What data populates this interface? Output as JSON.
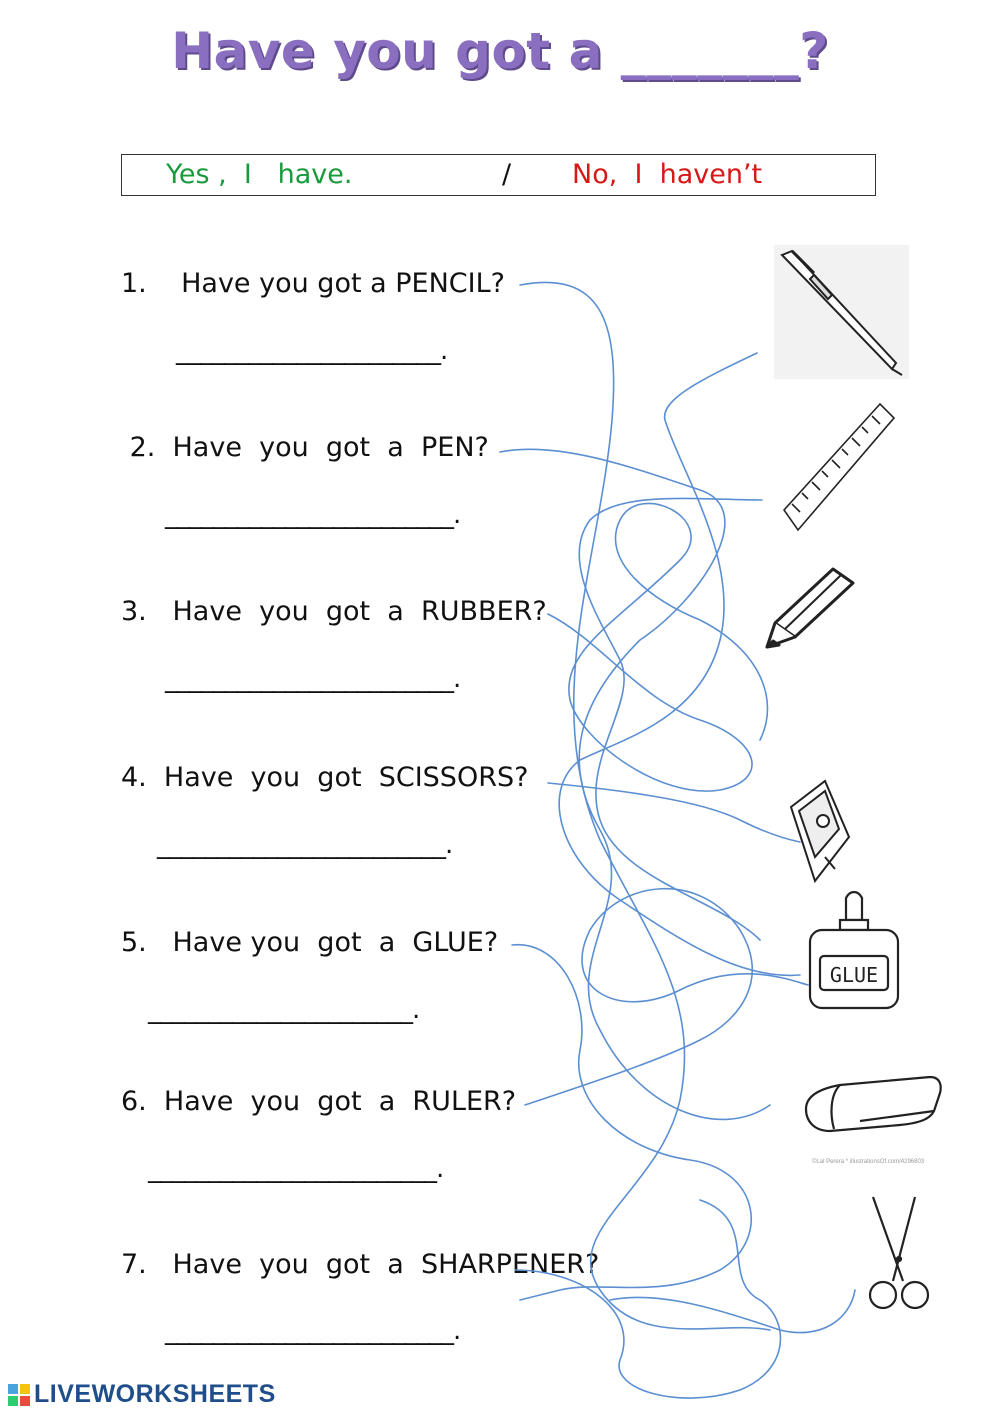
{
  "title": "Have you got a _______?",
  "answers": {
    "yes": "Yes ,  I   have.",
    "slash": "/",
    "no": "No,  I  haven’t"
  },
  "questions": [
    {
      "text": "1.    Have you got a PENCIL?",
      "blank": "______________________."
    },
    {
      "text": " 2.  Have  you  got  a  PEN?",
      "blank": "________________________."
    },
    {
      "text": "3.   Have  you  got  a  RUBBER?",
      "blank": "________________________."
    },
    {
      "text": "4.  Have  you  got  SCISSORS?",
      "blank": "________________________."
    },
    {
      "text": "5.   Have you  got  a  GLUE?",
      "blank": "______________________."
    },
    {
      "text": "6.  Have  you  got  a  RULER?",
      "blank": "________________________."
    },
    {
      "text": "7.   Have  you  got  a  SHARPENER?",
      "blank": "________________________."
    }
  ],
  "pictures": {
    "pen": "pen-icon",
    "ruler": "ruler-icon",
    "pencil": "pencil-icon",
    "sharpener": "sharpener-icon",
    "glue": "glue-icon",
    "glue_label": "GLUE",
    "rubber": "rubber-icon",
    "scissors": "scissors-icon"
  },
  "credit": "©Lal Perera  *  illustrationsOf.com/4296803",
  "footer": "LIVEWORKSHEETS",
  "colors": {
    "title": "#8a6fc0",
    "yes": "#1a9a3c",
    "no": "#d81818",
    "lines": "#5b8fd1",
    "footer": "#1f4e8a"
  }
}
